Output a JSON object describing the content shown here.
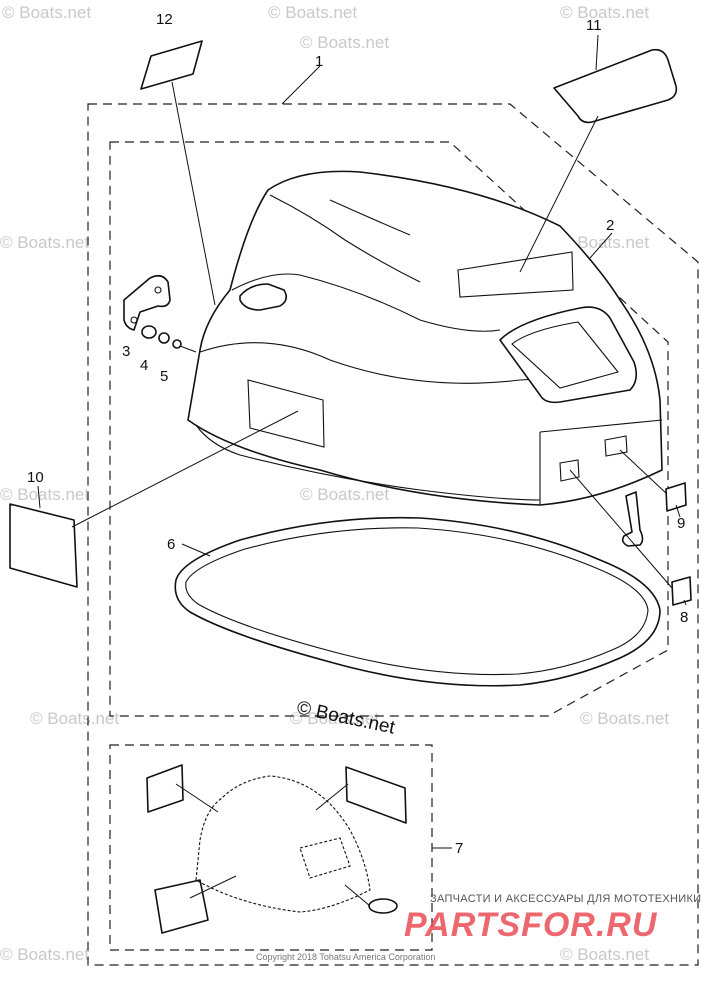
{
  "diagram": {
    "callouts": [
      "1",
      "2",
      "3",
      "4",
      "5",
      "6",
      "7",
      "8",
      "9",
      "10",
      "11",
      "12"
    ],
    "watermark": "© Boats.net",
    "center_copyright": "© Boats.net",
    "footer_copyright": "Copyright 2018 Tohatsu America Corporation",
    "shop_caption": "ЗАПЧАСТИ И АКСЕССУАРЫ ДЛЯ МОТОТЕХНИКИ",
    "shop_logo": "PARTSFOR.RU"
  }
}
